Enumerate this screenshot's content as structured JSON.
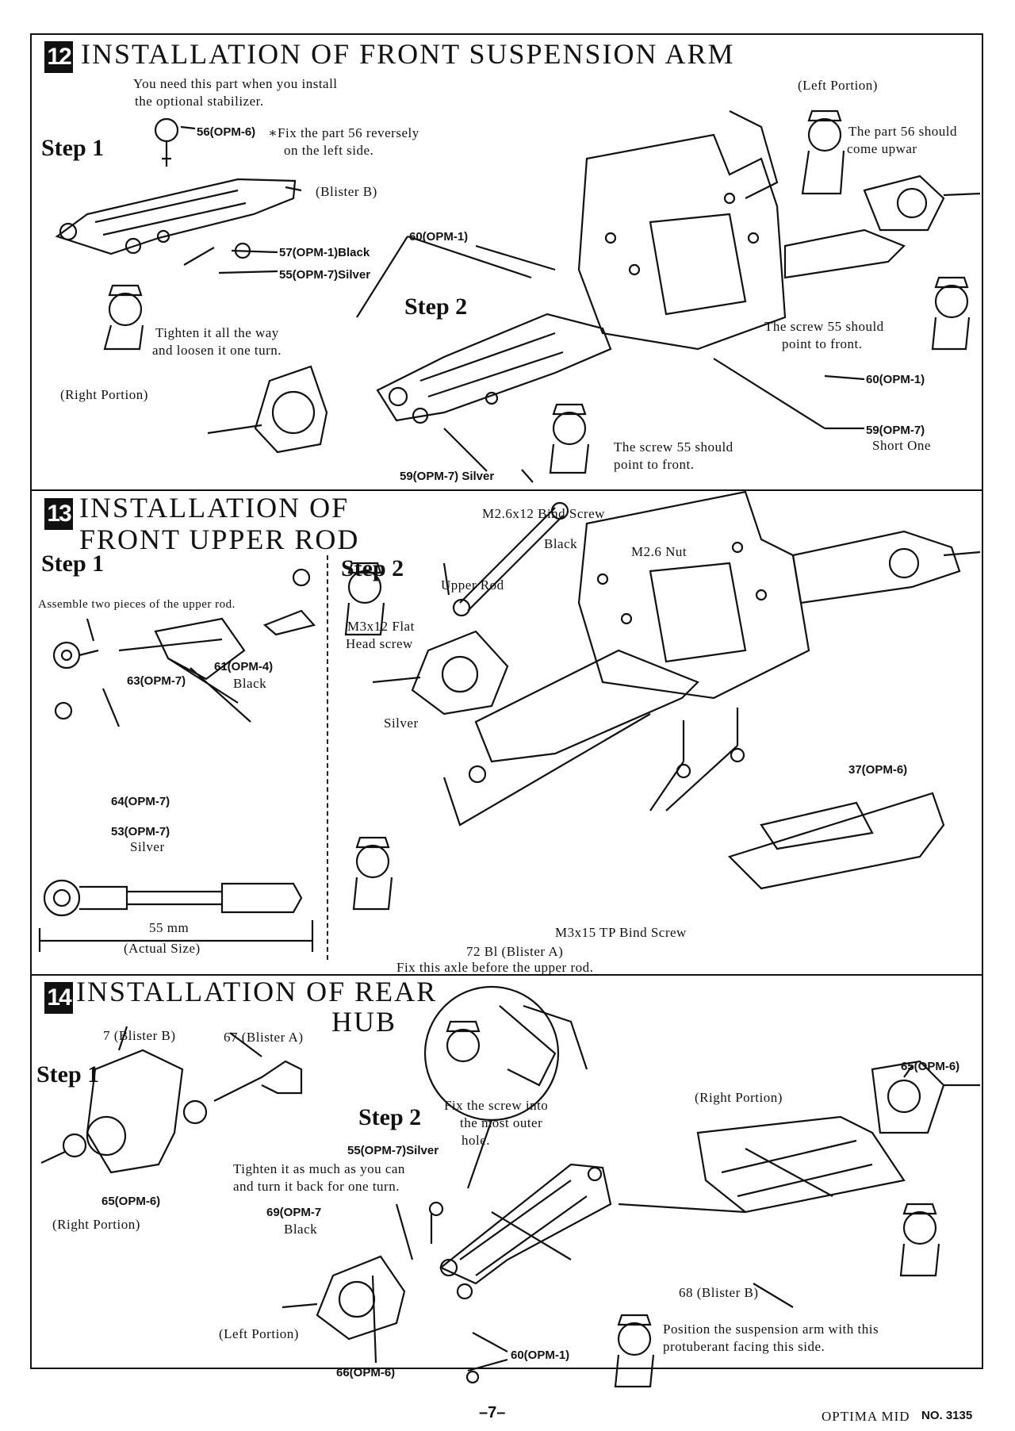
{
  "sections": {
    "s12": {
      "number": "12",
      "title": "INSTALLATION OF FRONT SUSPENSION ARM",
      "step1": "Step 1",
      "step2": "Step 2",
      "note_stabilizer": "You need this part when you install",
      "note_stabilizer2": "the optional stabilizer.",
      "p56": "56(OPM-6)",
      "fix_reverse": "∗Fix the part 56 reversely",
      "fix_reverse2": "on the left side.",
      "blister_b": "(Blister B)",
      "p57": "57(OPM-1)Black",
      "p55": "55(OPM-7)Silver",
      "tighten": "Tighten it all the way",
      "tighten2": "and loosen it one turn.",
      "right_portion": "(Right Portion)",
      "p60a": "60(OPM-1)",
      "left_portion": "(Left Portion)",
      "part56_up": "The part 56 should",
      "part56_up2": "come upwar",
      "screw55_front": "The screw 55 should",
      "screw55_front2": "point to front.",
      "p60b": "60(OPM-1)",
      "p59b": "59(OPM-7)",
      "short_one": "Short One",
      "screw55_front_b": "The screw 55 should",
      "screw55_front_b2": "point to front.",
      "p59": "59(OPM-7) Silver"
    },
    "s13": {
      "number": "13",
      "title": "INSTALLATION OF",
      "title2": "FRONT UPPER ROD",
      "step1": "Step 1",
      "step2": "Step 2",
      "assemble": "Assemble two pieces of the upper rod.",
      "p61": "61(OPM-4)",
      "black": "Black",
      "p63": "63(OPM-7)",
      "p64": "64(OPM-7)",
      "p53": "53(OPM-7)",
      "silver": "Silver",
      "length": "55 mm",
      "actual_size": "(Actual Size)",
      "bind_screw": "M2.6x12 Bind Screw",
      "black2": "Black",
      "nut": "M2.6 Nut",
      "upper_rod": "Upper Rod",
      "flat_head": "M3x12 Flat",
      "flat_head2": "Head screw",
      "silver2": "Silver",
      "p37": "37(OPM-6)",
      "tp_bind": "M3x15 TP Bind Screw",
      "p72": "72 Bl (Blister A)",
      "fix_axle": "Fix this axle before the upper rod."
    },
    "s14": {
      "number": "14",
      "title": "INSTALLATION OF REAR",
      "title2": "HUB",
      "step1": "Step 1",
      "step2": "Step 2",
      "p7": "7 (Blister B)",
      "p67": "67 (Blister A)",
      "p65": "65(OPM-6)",
      "right_portion": "(Right Portion)",
      "fix_screw": "Fix the screw into",
      "fix_screw2": "the most outer",
      "fix_screw3": "hole.",
      "p55": "55(OPM-7)Silver",
      "tighten": "Tighten it as much as you can",
      "tighten2": "and turn it back for one turn.",
      "p69": "69(OPM-7",
      "black": "Black",
      "p65b": "65(OPM-6)",
      "right_portion2": "(Right Portion)",
      "p68": "68 (Blister B)",
      "position": "Position the suspension arm with this",
      "position2": "protuberant facing this side.",
      "left_portion": "(Left Portion)",
      "p60": "60(OPM-1)",
      "p66": "66(OPM-6)"
    }
  },
  "footer": {
    "page": "–7–",
    "model": "OPTIMA MID",
    "no": "NO. 3135"
  }
}
